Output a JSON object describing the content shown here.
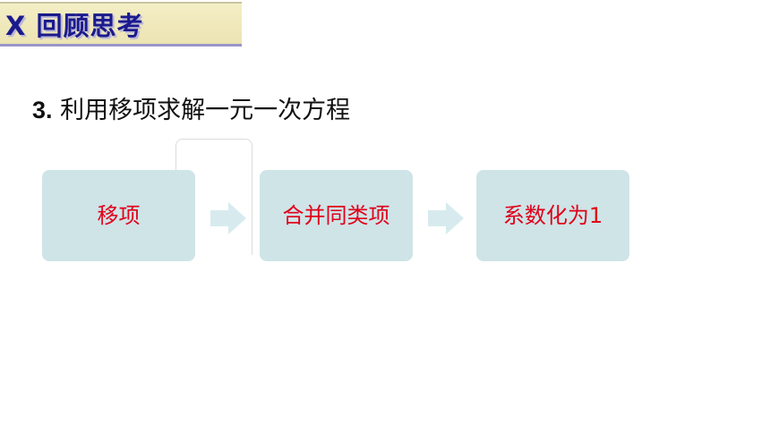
{
  "banner": {
    "title": "X  回顾思考"
  },
  "heading": {
    "number": "3.",
    "text": " 利用移项求解一元一次方程"
  },
  "steps": [
    {
      "label": "移项"
    },
    {
      "label": "合并同类项"
    },
    {
      "label": "系数化为1"
    }
  ],
  "colors": {
    "banner_bg": "#f4eec5",
    "banner_text": "#1b1a8c",
    "step_bg": "#cfe4e7",
    "step_text": "#e0001a",
    "arrow": "#d7ebee"
  },
  "icons": [
    "arrow-right-icon",
    "arrow-right-icon"
  ]
}
